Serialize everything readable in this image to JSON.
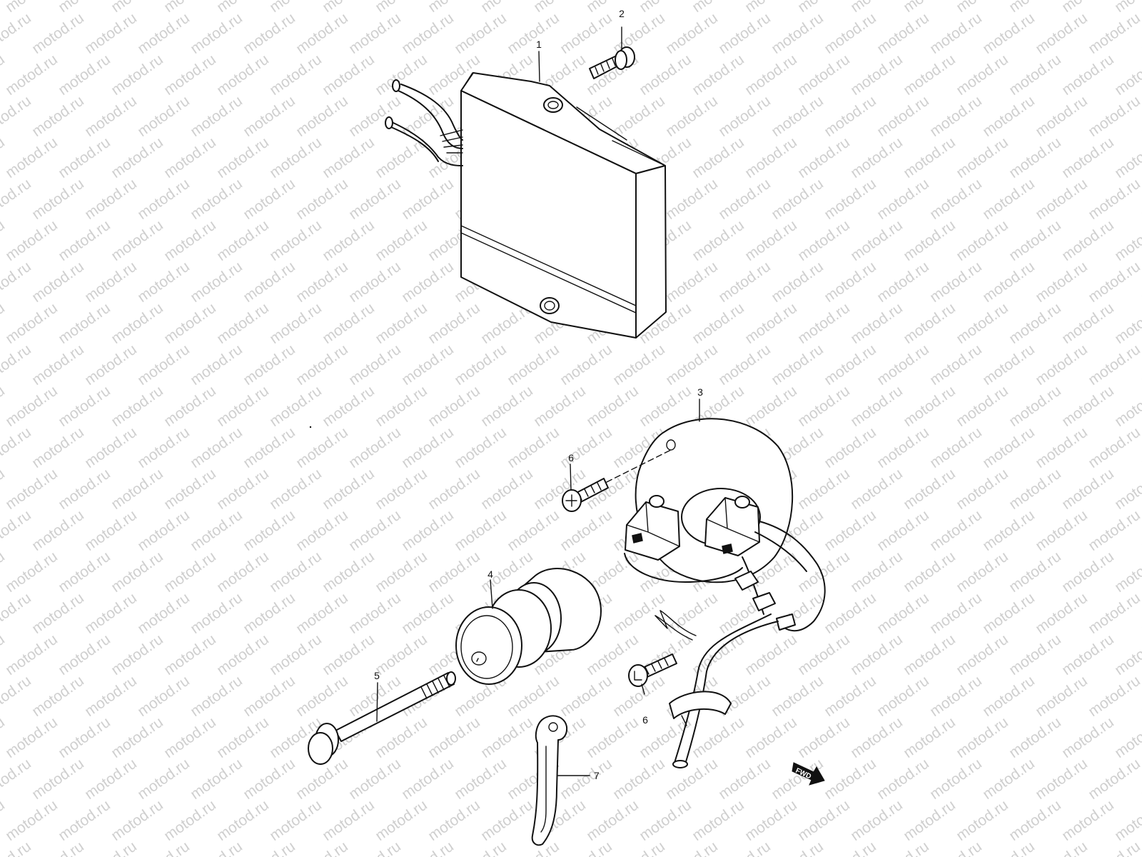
{
  "watermark": {
    "text": "motod.ru"
  },
  "callouts": [
    "1",
    "2",
    "3",
    "4",
    "5",
    "6",
    "6",
    "7"
  ],
  "fwd_label": "FWD"
}
